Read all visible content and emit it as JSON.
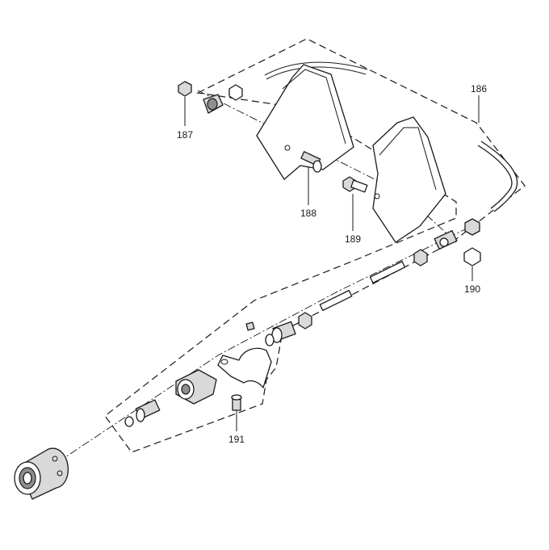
{
  "callouts": [
    {
      "id": "186",
      "label": "186"
    },
    {
      "id": "187",
      "label": "187"
    },
    {
      "id": "188",
      "label": "188"
    },
    {
      "id": "189",
      "label": "189"
    },
    {
      "id": "190",
      "label": "190"
    },
    {
      "id": "191",
      "label": "191"
    }
  ],
  "colors": {
    "line": "#1a1a1a",
    "shade": "#d9d9d9",
    "background": "#ffffff"
  }
}
